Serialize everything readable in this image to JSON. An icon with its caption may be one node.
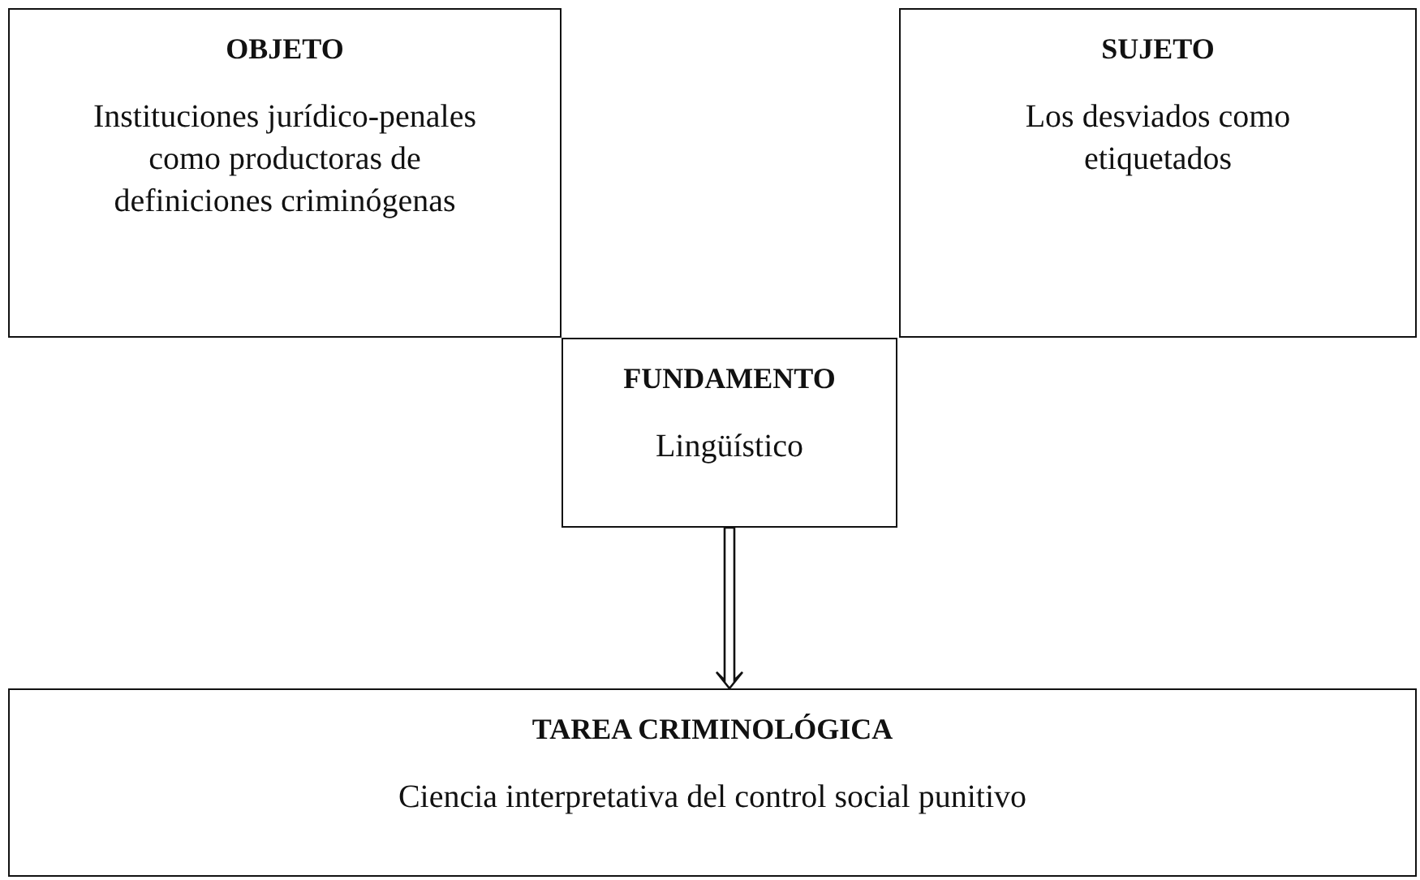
{
  "diagram": {
    "nodes": [
      {
        "text": [
          "OBJETO",
          "Instituciones jurídico-penales como productoras de definiciones criminógenas"
        ]
      },
      {
        "text": [
          "SUJETO",
          "Los desviados como etiquetados"
        ]
      },
      {
        "text": [
          "FUNDAMENTO",
          "Lingüístico"
        ]
      },
      {
        "text": [
          "TAREA CRIMINOLÓGICA",
          "Ciencia interpretativa del control social punitivo"
        ]
      }
    ],
    "edges": [
      {
        "from": 2,
        "to": 3,
        "arrow": "to"
      }
    ]
  }
}
